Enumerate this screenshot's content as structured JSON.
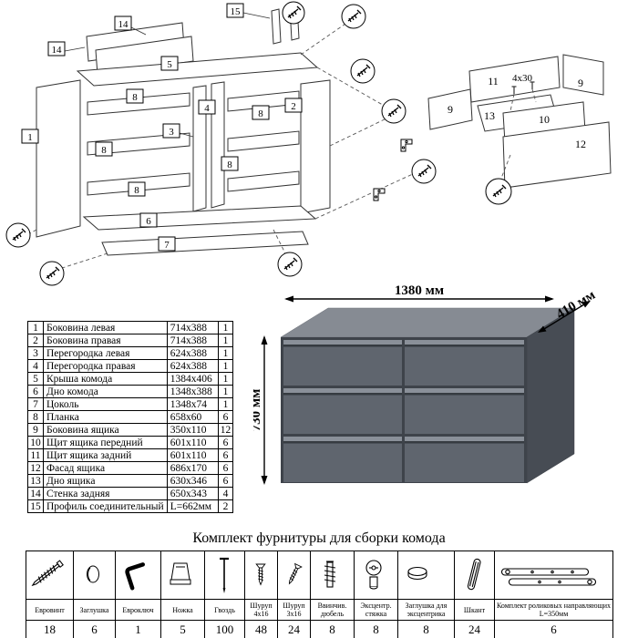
{
  "diagram": {
    "labels": [
      "15",
      "14",
      "14",
      "5",
      "1",
      "3",
      "4",
      "2",
      "8",
      "8",
      "8",
      "8",
      "8",
      "6",
      "7",
      "11",
      "9",
      "9",
      "13",
      "10",
      "12",
      "4x30"
    ]
  },
  "dresser": {
    "dims": {
      "width": "1380 мм",
      "depth": "410 мм",
      "height": "730 мм"
    }
  },
  "parts": {
    "rows": [
      {
        "num": "1",
        "name": "Боковина левая",
        "size": "714x388",
        "qty": "1"
      },
      {
        "num": "2",
        "name": "Боковина правая",
        "size": "714x388",
        "qty": "1"
      },
      {
        "num": "3",
        "name": "Перегородка левая",
        "size": "624x388",
        "qty": "1"
      },
      {
        "num": "4",
        "name": "Перегородка правая",
        "size": "624x388",
        "qty": "1"
      },
      {
        "num": "5",
        "name": "Крыша комода",
        "size": "1384x406",
        "qty": "1"
      },
      {
        "num": "6",
        "name": "Дно комода",
        "size": "1348x388",
        "qty": "1"
      },
      {
        "num": "7",
        "name": "Цоколь",
        "size": "1348x74",
        "qty": "1"
      },
      {
        "num": "8",
        "name": "Планка",
        "size": "658x60",
        "qty": "6"
      },
      {
        "num": "9",
        "name": "Боковина ящика",
        "size": "350x110",
        "qty": "12"
      },
      {
        "num": "10",
        "name": "Щит ящика передний",
        "size": "601x110",
        "qty": "6"
      },
      {
        "num": "11",
        "name": "Щит ящика задний",
        "size": "601x110",
        "qty": "6"
      },
      {
        "num": "12",
        "name": "Фасад ящика",
        "size": "686x170",
        "qty": "6"
      },
      {
        "num": "13",
        "name": "Дно ящика",
        "size": "630x346",
        "qty": "6"
      },
      {
        "num": "14",
        "name": "Стенка задняя",
        "size": "650x343",
        "qty": "4"
      },
      {
        "num": "15",
        "name": "Профиль соединительный",
        "size": "L=662мм",
        "qty": "2"
      }
    ]
  },
  "hardware": {
    "title": "Комплект фурнитуры для сборки комода",
    "items": [
      {
        "label": "Евровинт",
        "qty": "18",
        "icon": "euroscrew-icon"
      },
      {
        "label": "Заглушка",
        "qty": "6",
        "icon": "cap-icon"
      },
      {
        "label": "Евроключ",
        "qty": "1",
        "icon": "hexkey-icon"
      },
      {
        "label": "Ножка",
        "qty": "5",
        "icon": "leg-icon"
      },
      {
        "label": "Гвоздь",
        "qty": "100",
        "icon": "nail-icon"
      },
      {
        "label": "Шуруп 4x16",
        "qty": "48",
        "icon": "screw-4x16-icon"
      },
      {
        "label": "Шуруп 3x16",
        "qty": "24",
        "icon": "screw-3x16-icon"
      },
      {
        "label": "Ввинчив. дюбель",
        "qty": "8",
        "icon": "dowel-insert-icon"
      },
      {
        "label": "Эксцентр. стяжка",
        "qty": "8",
        "icon": "camlock-icon"
      },
      {
        "label": "Заглушка для эксцентрика",
        "qty": "8",
        "icon": "camlock-cap-icon"
      },
      {
        "label": "Шкант",
        "qty": "24",
        "icon": "shkant-icon"
      },
      {
        "label": "Комплект роликовых направляющих L=350мм",
        "qty": "6",
        "icon": "roller-guides-icon"
      }
    ]
  }
}
